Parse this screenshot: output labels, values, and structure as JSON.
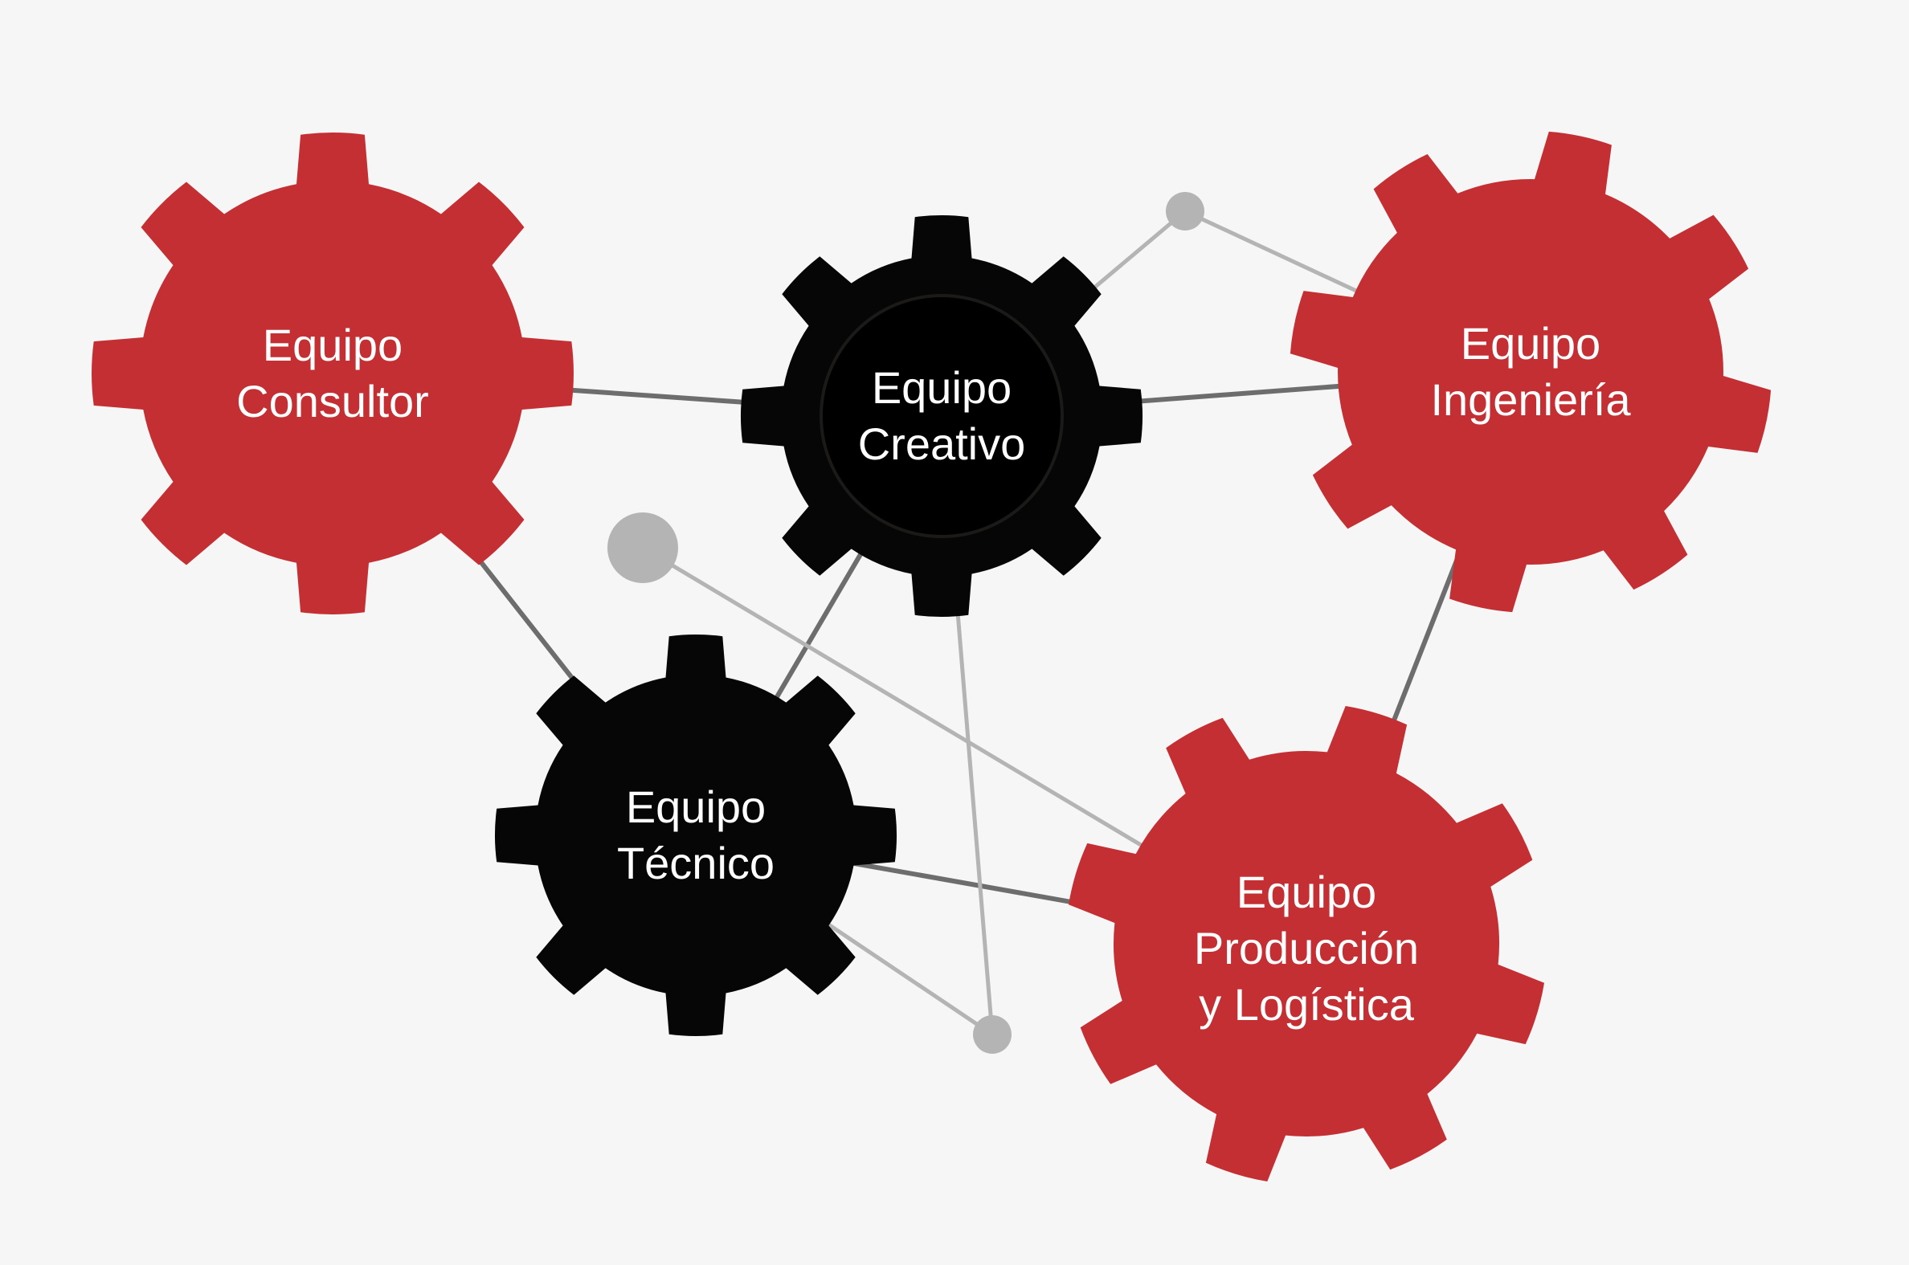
{
  "colors": {
    "background": "#f6f6f6",
    "red_gear": "#c32f32",
    "black_gear": "#060606",
    "dark_line": "#6d6d6d",
    "light_line": "#b4b4b4",
    "node": "#b4b4b4",
    "label": "#ffffff"
  },
  "gears": [
    {
      "id": "consultor",
      "lines": [
        "Equipo",
        "Consultor"
      ],
      "color": "red"
    },
    {
      "id": "creativo",
      "lines": [
        "Equipo",
        "Creativo"
      ],
      "color": "black"
    },
    {
      "id": "ingenieria",
      "lines": [
        "Equipo",
        "Ingeniería"
      ],
      "color": "red"
    },
    {
      "id": "tecnico",
      "lines": [
        "Equipo",
        "Técnico"
      ],
      "color": "black"
    },
    {
      "id": "produccion",
      "lines": [
        "Equipo",
        "Producción",
        "y Logística"
      ],
      "color": "red"
    }
  ],
  "connections": [
    {
      "from": "consultor",
      "to": "creativo",
      "style": "dark"
    },
    {
      "from": "consultor",
      "to": "tecnico",
      "style": "dark"
    },
    {
      "from": "creativo",
      "to": "ingenieria",
      "style": "dark"
    },
    {
      "from": "creativo",
      "to": "tecnico",
      "style": "dark"
    },
    {
      "from": "tecnico",
      "to": "produccion",
      "style": "dark"
    },
    {
      "from": "ingenieria",
      "to": "produccion",
      "style": "dark"
    },
    {
      "from": "creativo",
      "to": "node-top",
      "style": "light"
    },
    {
      "from": "node-top",
      "to": "ingenieria",
      "style": "light"
    },
    {
      "from": "node-left",
      "to": "produccion",
      "style": "light"
    },
    {
      "from": "creativo",
      "to": "node-bottom",
      "style": "light"
    },
    {
      "from": "tecnico",
      "to": "node-bottom",
      "style": "light"
    }
  ]
}
